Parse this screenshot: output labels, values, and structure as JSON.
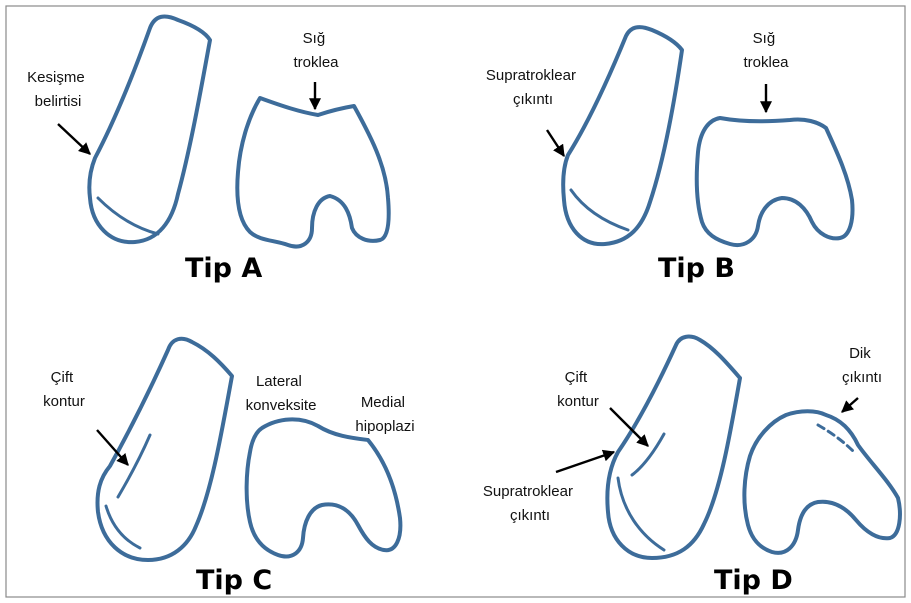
{
  "panels": {
    "a": {
      "title": "Tip A",
      "label_1": [
        "Kesişme",
        "belirtisi"
      ],
      "label_2": [
        "Sığ",
        "troklea"
      ]
    },
    "b": {
      "title": "Tip B",
      "label_1": [
        "Supratroklear",
        "çıkıntı"
      ],
      "label_2": [
        "Sığ",
        "troklea"
      ]
    },
    "c": {
      "title": "Tip C",
      "label_1": [
        "Çift",
        "kontur"
      ],
      "label_2": [
        "Lateral",
        "konveksite"
      ],
      "label_3": [
        "Medial",
        "hipoplazi"
      ]
    },
    "d": {
      "title": "Tip D",
      "label_1": [
        "Çift",
        "kontur"
      ],
      "label_2": [
        "Supratroklear",
        "çıkıntı"
      ],
      "label_3": [
        "Dik",
        "çıkıntı"
      ]
    }
  },
  "colors": {
    "outline": "#3d6c9a",
    "arrow": "#000000",
    "frame": "#8a8a8a"
  }
}
